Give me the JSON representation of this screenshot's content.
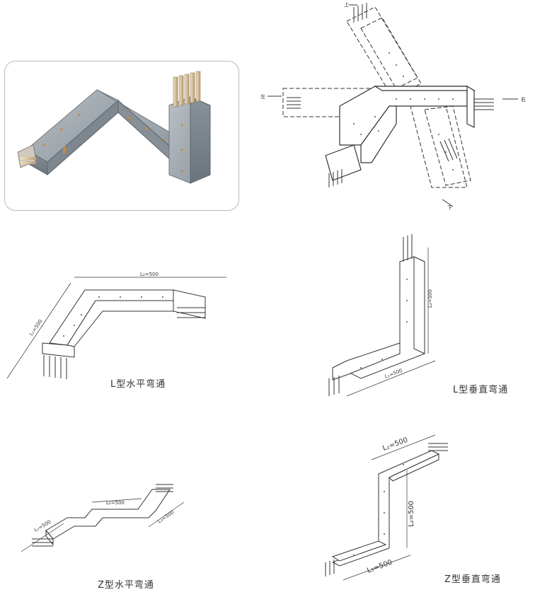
{
  "photo": {
    "colors": {
      "housing": "#9ea6ad",
      "housing_dark": "#7b838a",
      "copper": "#d8c6a4",
      "frame": "#bfbfbf"
    }
  },
  "cross_diagram": {
    "labels": {
      "top": "上",
      "left": "左",
      "right": "右",
      "bottom": "下"
    }
  },
  "l_horizontal": {
    "caption": "L型水平弯通",
    "dims": {
      "l1": "L₁=500",
      "l2": "L₂=500"
    }
  },
  "l_vertical": {
    "caption": "L型垂直弯通",
    "dims": {
      "l1": "L₁=500",
      "l2": "L₂=500"
    }
  },
  "z_horizontal": {
    "caption": "Z型水平弯通",
    "dims": {
      "l1": "L₁=500",
      "l2": "L₂=500",
      "l3": "L₃=500"
    }
  },
  "z_vertical": {
    "caption": "Z型垂直弯通",
    "dims": {
      "l1": "L₁=500",
      "l2": "L₂=500",
      "l3": "L₃=500"
    }
  }
}
